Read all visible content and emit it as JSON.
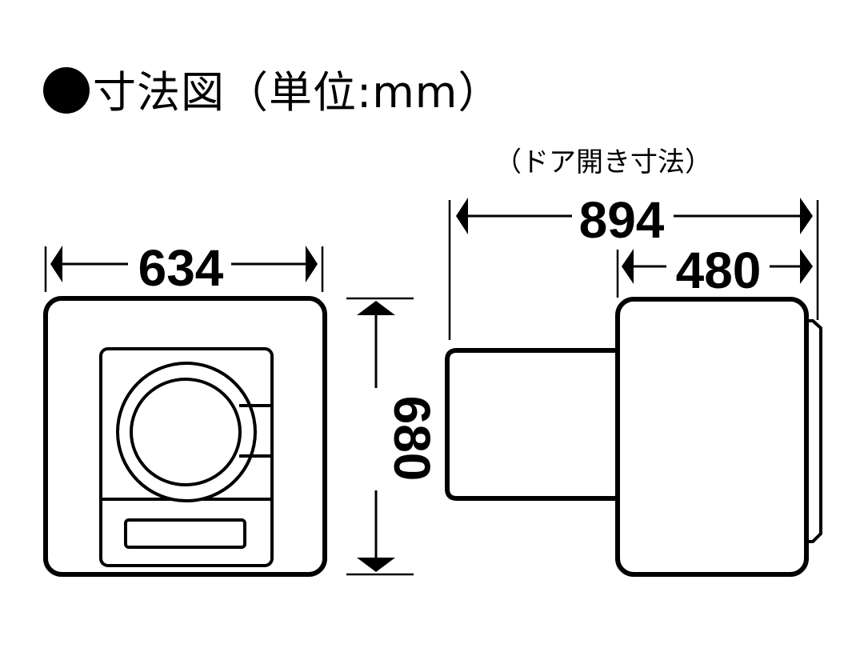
{
  "diagram": {
    "title": "寸法図（単位:mm）",
    "title_bullet": "●",
    "units": "mm",
    "door_open_label": "（ドア開き寸法）",
    "front_view": {
      "width": "634",
      "height": "680"
    },
    "side_view": {
      "depth_door_open": "894",
      "depth": "480"
    },
    "colors": {
      "line": "#000000",
      "background": "#ffffff"
    }
  }
}
